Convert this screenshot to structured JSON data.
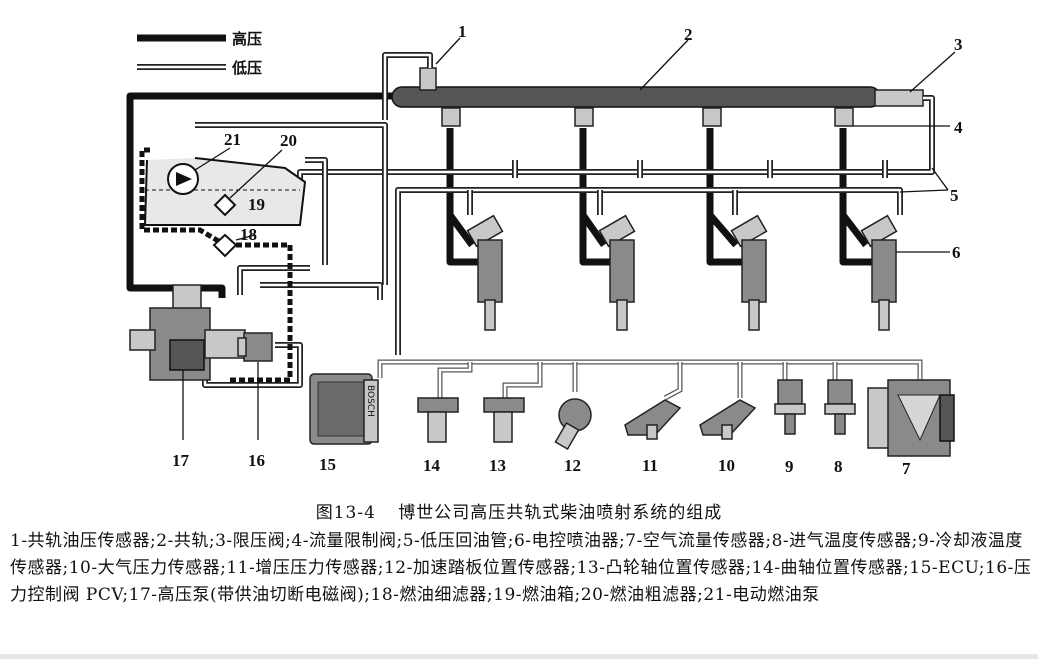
{
  "legend": {
    "high_pressure": "高压",
    "low_pressure": "低压"
  },
  "labels": [
    "1",
    "2",
    "3",
    "4",
    "5",
    "6",
    "7",
    "8",
    "9",
    "10",
    "11",
    "12",
    "13",
    "14",
    "15",
    "16",
    "17",
    "18",
    "19",
    "20",
    "21"
  ],
  "colors": {
    "line": "#111111",
    "part": "#8a8a8a",
    "background": "#ffffff"
  },
  "caption": {
    "figure_number": "图13-4",
    "title": "博世公司高压共轨式柴油喷射系统的组成"
  },
  "ecu_brand": "BOSCH",
  "components": [
    "1-共轨油压传感器;",
    "2-共轨;",
    "3-限压阀;",
    "4-流量限制阀;",
    "5-低压回油管;",
    "6-电控喷油器;",
    "7-空气流量传感器;",
    "8-进气温度传感器;",
    "9-冷却液温度传感器;",
    "10-大气压力传感器;",
    "11-增压压力传感器;",
    "12-加速踏板位置传感器;",
    "13-凸轮轴位置传感器;",
    "14-曲轴位置传感器;",
    "15-ECU;",
    "16-压力控制阀 PCV;",
    "17-高压泵(带供油切断电磁阀);",
    "18-燃油细滤器;",
    "19-燃油箱;",
    "20-燃油粗滤器;",
    "21-电动燃油泵"
  ]
}
